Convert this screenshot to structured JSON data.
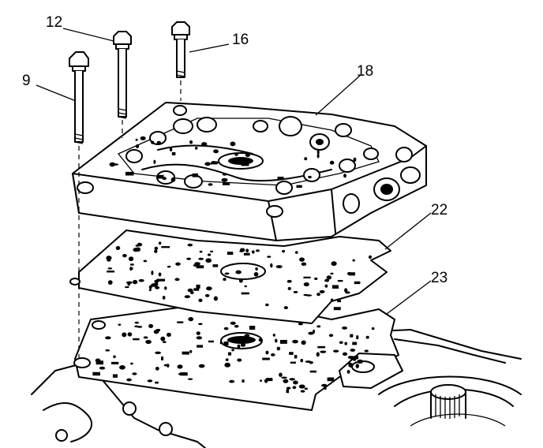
{
  "callouts": {
    "bolt_9": "9",
    "bolt_12": "12",
    "bolt_16": "16",
    "valve_body": "18",
    "spacer_plate_gasket": "22",
    "case_gasket": "23"
  }
}
